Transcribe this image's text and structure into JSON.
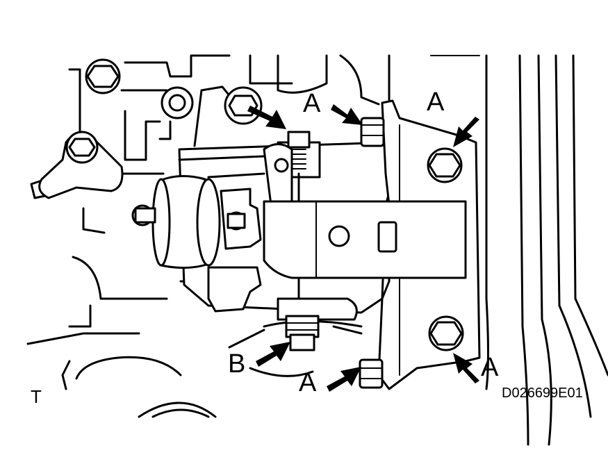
{
  "diagram": {
    "labels": {
      "a_top": "A",
      "a_top_right": "A",
      "a_bottom_right": "A",
      "a_bottom": "A",
      "b": "B",
      "t": "T",
      "code": "D026699E01"
    },
    "stroke_color": "#000000",
    "background_color": "#ffffff"
  }
}
